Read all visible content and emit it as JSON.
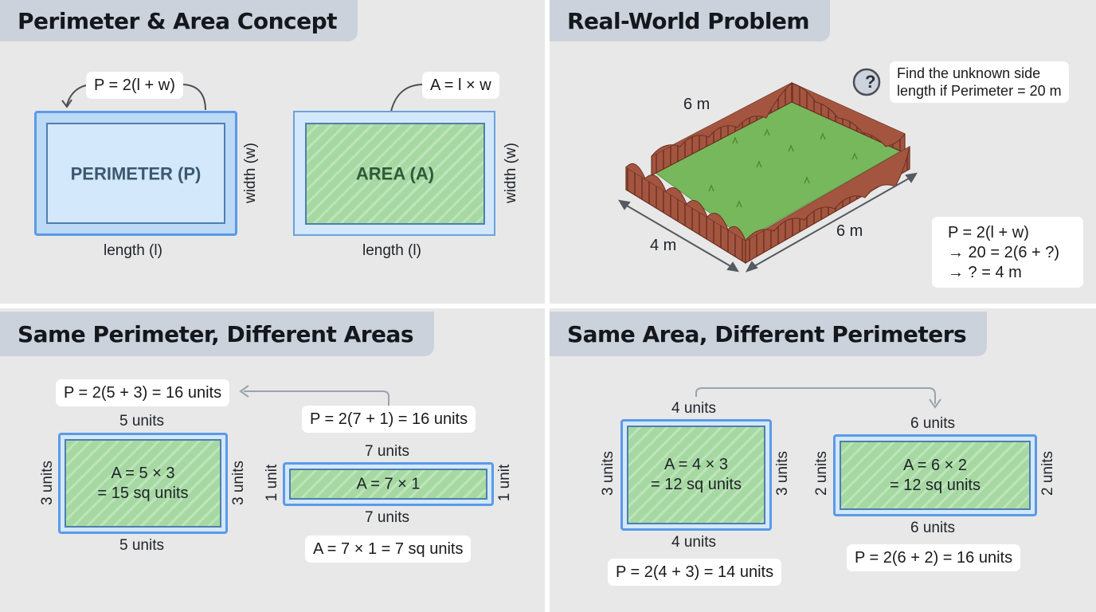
{
  "panels": {
    "concept": {
      "title": "Perimeter & Area Concept",
      "perimeter_formula": "P = 2(l + w)",
      "area_formula": "A = l × w",
      "perimeter_label": "PERIMETER (P)",
      "area_label": "AREA (A)",
      "width_label": "width (w)",
      "length_label": "length (l)"
    },
    "real_world": {
      "title": "Real-World Problem",
      "question": "Find the unknown side length if Perimeter = 20 m",
      "question_line1": "Find the unknown side",
      "question_line2": "length if Perimeter = 20 m",
      "question_icon": "?",
      "side_top": "6 m",
      "side_bottom_left": "4 m",
      "side_bottom_right": "6 m",
      "solution": [
        "P = 2(l + w)",
        "→ 20 = 2(6 + ?)",
        "→ ? = 4 m"
      ]
    },
    "same_perimeter": {
      "title": "Same Perimeter, Different Areas",
      "rect1": {
        "formula_p": "P = 2(5 + 3) = 16 units",
        "top": "5 units",
        "bottom": "5 units",
        "left": "3 units",
        "right": "3 units",
        "area_line1": "A = 5 × 3",
        "area_line2": "= 15 sq units"
      },
      "rect2": {
        "formula_p": "P = 2(7 + 1) = 16 units",
        "top": "7 units",
        "bottom": "7 units",
        "left": "1 unit",
        "right": "1 unit",
        "area_line1": "A = 7 × 1",
        "formula_a": "A = 7 × 1 = 7 sq units"
      }
    },
    "same_area": {
      "title": "Same Area, Different Perimeters",
      "rect1": {
        "top": "4 units",
        "bottom": "4 units",
        "left": "3 units",
        "right": "3 units",
        "area_line1": "A = 4 × 3",
        "area_line2": "= 12 sq units",
        "formula_p": "P = 2(4 + 3) = 14 units"
      },
      "rect2": {
        "top": "6 units",
        "bottom": "6 units",
        "left": "2 units",
        "right": "2 units",
        "area_line1": "A = 6 × 2",
        "area_line2": "= 12 sq units",
        "formula_p": "P = 2(6 + 2) = 16 units"
      }
    }
  },
  "colors": {
    "panel_bg": "#e8e8e8",
    "tab_bg": "#ccd2db",
    "rect_border": "#5b9ae6",
    "rect_fill_light": "#d3e8fb",
    "area_fill": "#a6d9a2",
    "fence": "#a3553f",
    "grass": "#78b85c"
  }
}
